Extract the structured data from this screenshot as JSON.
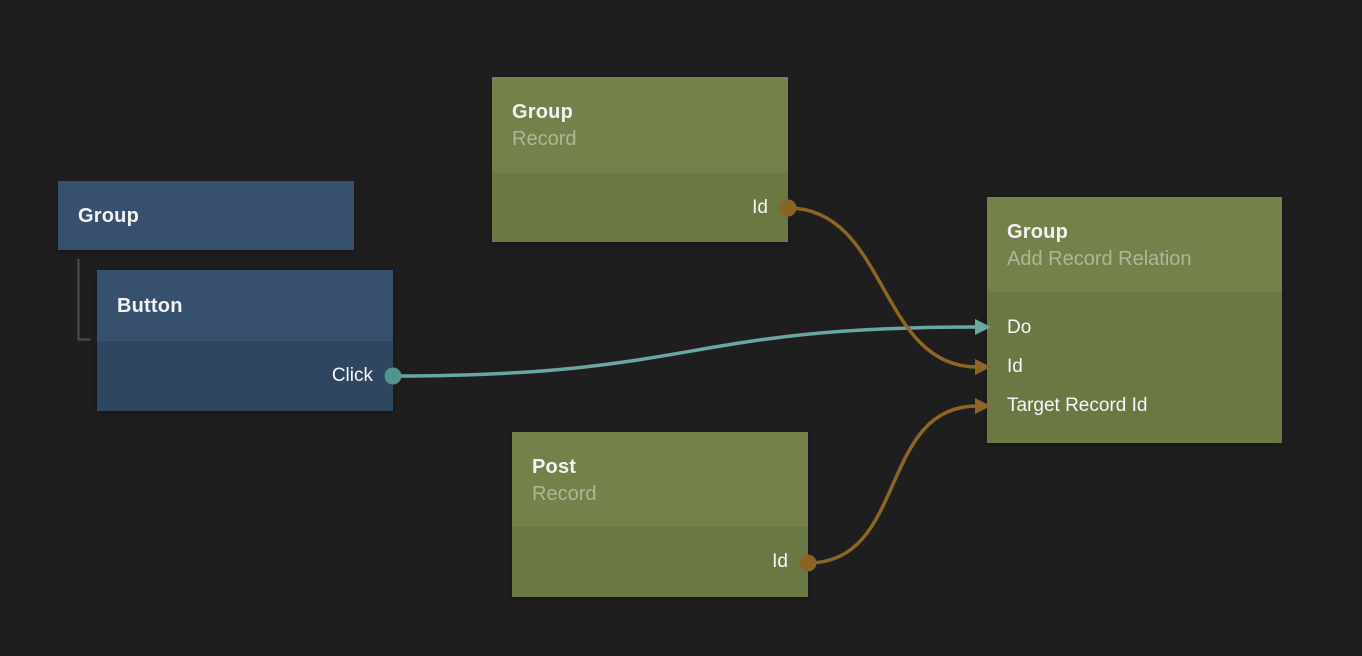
{
  "canvas": {
    "background": "#1e1e1e"
  },
  "colors": {
    "node_blue_header": "#37506d",
    "node_blue_body": "#2f4660",
    "node_olive_header": "#75814b",
    "node_olive_body": "#6a7843",
    "wire_teal": "#6aa7a3",
    "wire_orange": "#8d6627",
    "port_teal": "#539390",
    "port_orange": "#8a6426",
    "hierarchy_line": "#4d4d4d",
    "title_text": "#f2f2f2",
    "subtitle_text": "rgba(255,255,255,0.42)"
  },
  "nodes": [
    {
      "title": "Group"
    },
    {
      "title": "Button",
      "outputs": [
        {
          "label": "Click"
        }
      ]
    },
    {
      "title": "Group",
      "subtitle": "Record",
      "outputs": [
        {
          "label": "Id"
        }
      ]
    },
    {
      "title": "Post",
      "subtitle": "Record",
      "outputs": [
        {
          "label": "Id"
        }
      ]
    },
    {
      "title": "Group",
      "subtitle": "Add Record Relation",
      "inputs": [
        {
          "label": "Do"
        },
        {
          "label": "Id"
        },
        {
          "label": "Target Record Id"
        }
      ]
    }
  ],
  "connections": [
    {
      "from": "Button.Click",
      "to": "Group (Add Record Relation).Do",
      "color": "teal"
    },
    {
      "from": "Group (Record).Id",
      "to": "Group (Add Record Relation).Id",
      "color": "orange"
    },
    {
      "from": "Post (Record).Id",
      "to": "Group (Add Record Relation).Target Record Id",
      "color": "orange"
    }
  ],
  "hierarchy": [
    {
      "parent": "Group",
      "child": "Button"
    }
  ]
}
